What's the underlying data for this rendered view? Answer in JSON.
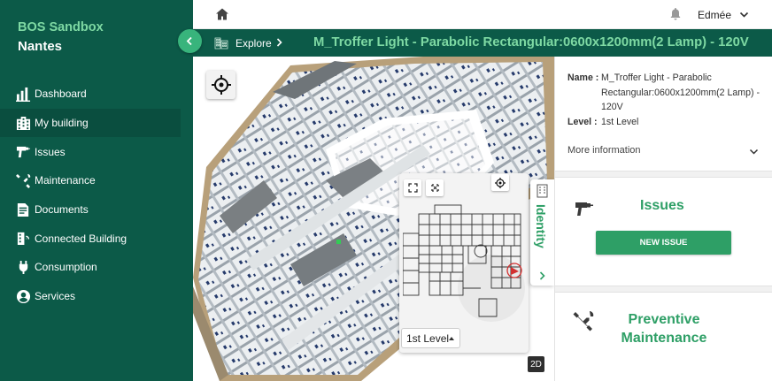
{
  "sidebar": {
    "org_name": "BOS Sandbox",
    "site_name": "Nantes",
    "items": [
      {
        "label": "Dashboard",
        "icon": "bar-chart-icon"
      },
      {
        "label": "My building",
        "icon": "building-icon",
        "active": true
      },
      {
        "label": "Issues",
        "icon": "drill-icon"
      },
      {
        "label": "Maintenance",
        "icon": "tools-icon"
      },
      {
        "label": "Documents",
        "icon": "document-icon"
      },
      {
        "label": "Connected Building",
        "icon": "connected-building-icon"
      },
      {
        "label": "Consumption",
        "icon": "plug-icon"
      },
      {
        "label": "Services",
        "icon": "services-icon"
      }
    ]
  },
  "topbar": {
    "user_name": "Edmée"
  },
  "breadcrumb": {
    "explore_label": "Explore",
    "element_title": "M_Troffer Light - Parabolic Rectangular:0600x1200mm(2 Lamp) - 120V"
  },
  "viewer": {
    "level_selected": "1st Level",
    "identity_tab_label": "Identity",
    "mode_button_label": "2D"
  },
  "panel": {
    "name_key": "Name :",
    "name_value": "M_Troffer Light - Parabolic Rectangular:0600x1200mm(2 Lamp) - 120V",
    "level_key": "Level :",
    "level_value": "1st Level",
    "more_information_label": "More information",
    "issues_title": "Issues",
    "new_issue_label": "NEW ISSUE",
    "preventive_title": "Preventive Maintenance"
  },
  "colors": {
    "sidebar_bg": "#0c5a48",
    "accent_green": "#2e9f66",
    "light_green": "#7ed9a3",
    "collapse_button": "#38b47c"
  }
}
